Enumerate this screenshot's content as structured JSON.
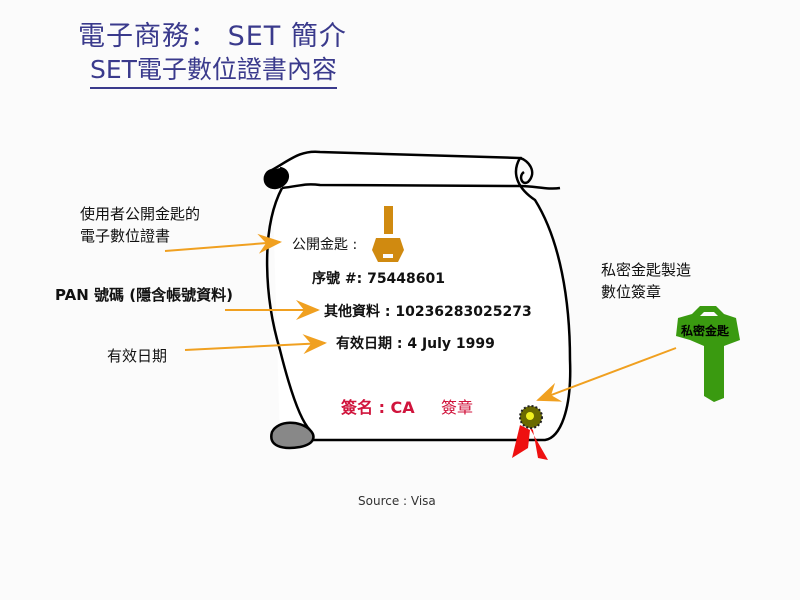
{
  "slide": {
    "title": "電子商務： SET 簡介",
    "subtitle": "SET電子數位證書內容",
    "source": "Source : Visa"
  },
  "labels": {
    "public_key_cert": [
      "使用者公開金匙的",
      "電子數位證書"
    ],
    "pan": "PAN 號碼 (隱含帳號資料)",
    "validity": "有效日期",
    "private_key_sign": [
      "私密金匙製造",
      "數位簽章"
    ]
  },
  "certificate": {
    "public_key": "公開金匙 :",
    "serial": "序號 #: 75448601",
    "other_data": "其他資料 : 10236283025273",
    "valid_date": "有效日期 : 4 July 1999",
    "signature": "簽名 : CA",
    "seal": "簽章"
  },
  "private_key_text": "私密金匙",
  "colors": {
    "title": "#3a3a8c",
    "arrow": "#f0a020",
    "public_key": "#d08a10",
    "private_key": "#3a9a10",
    "signature": "#d0143c"
  }
}
